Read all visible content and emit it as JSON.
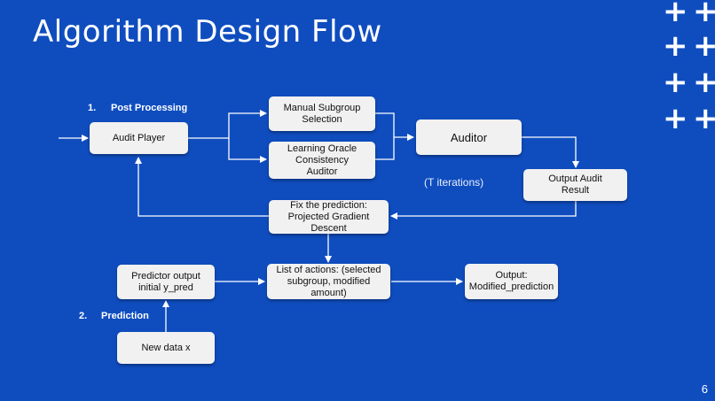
{
  "slide": {
    "title": "Algorithm Design Flow",
    "page_number": "6"
  },
  "decor": {
    "plus": "+"
  },
  "sections": {
    "post_processing": {
      "number": "1.",
      "label": "Post Processing"
    },
    "prediction": {
      "number": "2.",
      "label": "Prediction"
    }
  },
  "boxes": {
    "audit_player": "Audit Player",
    "manual_subgroup": "Manual Subgroup\nSelection",
    "learning_oracle": "Learning Oracle\nConsistency\nAuditor",
    "auditor": "Auditor",
    "output_audit": "Output Audit\nResult",
    "fix_prediction": "Fix the prediction:\nProjected Gradient\nDescent",
    "list_actions": "List of actions: (selected\nsubgroup, modified\namount)",
    "predictor_output": "Predictor output\ninitial y_pred",
    "output_modified": "Output:\nModified_prediction",
    "new_data": "New data x"
  },
  "notes": {
    "iterations": "(T iterations)"
  },
  "colors": {
    "background": "#0f4dbf",
    "box": "#f1f1f1",
    "arrow": "#ffffff"
  }
}
